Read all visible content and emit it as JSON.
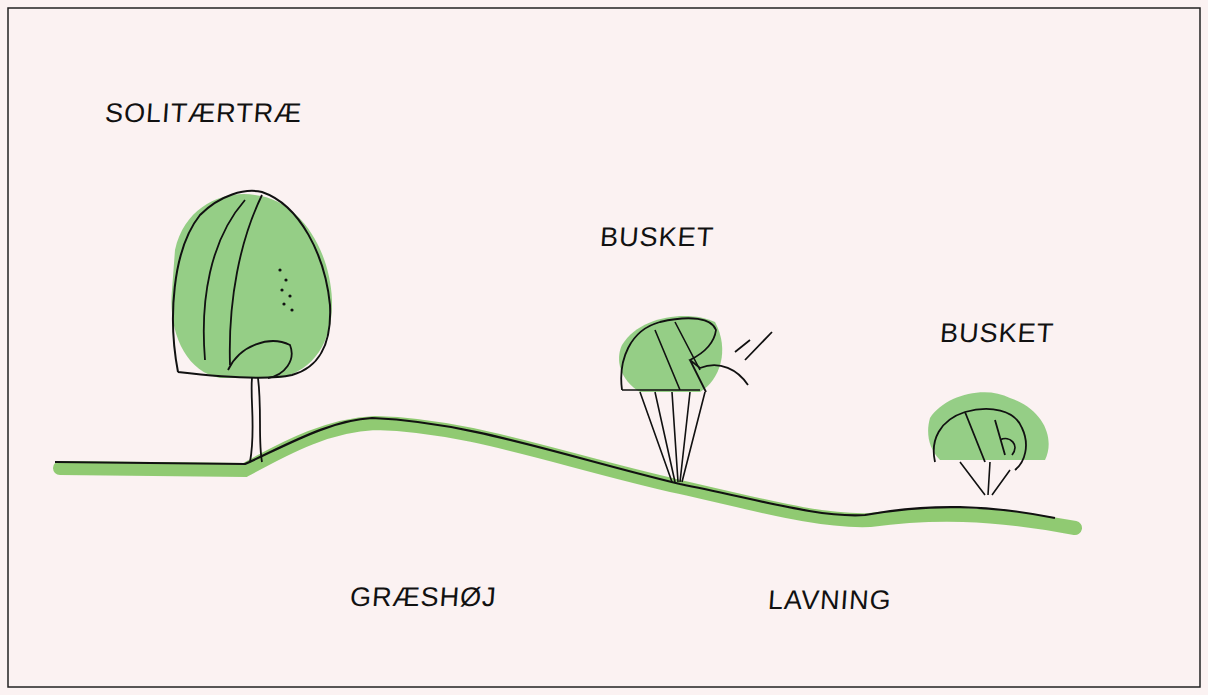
{
  "diagram": {
    "labels": [
      "SOLITÆRTRÆ",
      "BUSKET",
      "BUSKET",
      "GRÆSHØJ",
      "LAVNING"
    ]
  }
}
